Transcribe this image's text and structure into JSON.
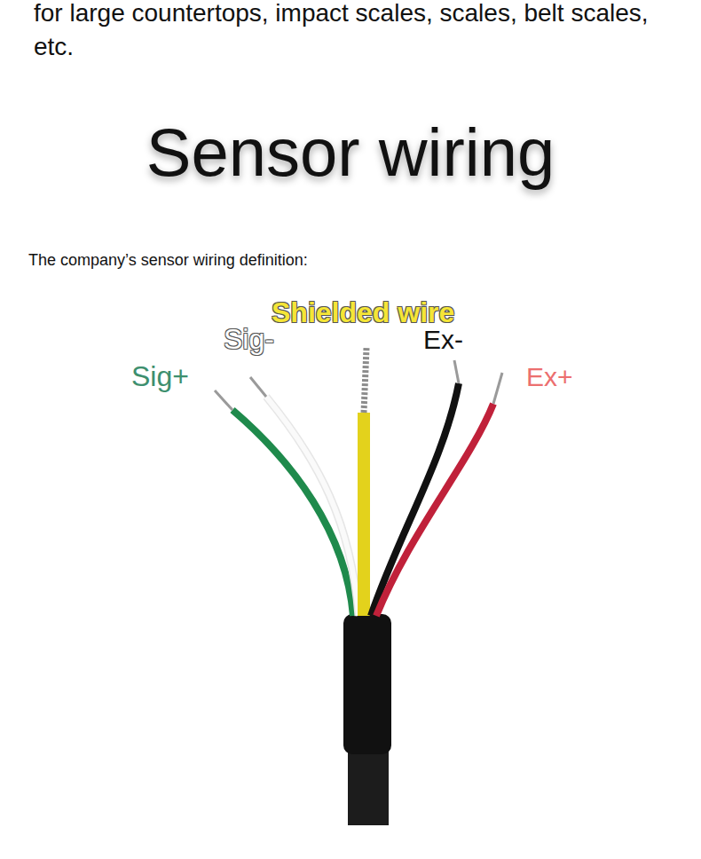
{
  "diagram": {
    "title": "Sensor wiring",
    "labels": [
      "for large countertops, impact scales, scales, belt scales, etc.",
      "The company’s sensor wiring definition:",
      "Sig+",
      "Sig-",
      "Shielded wire",
      "Ex-",
      "Ex+"
    ]
  }
}
